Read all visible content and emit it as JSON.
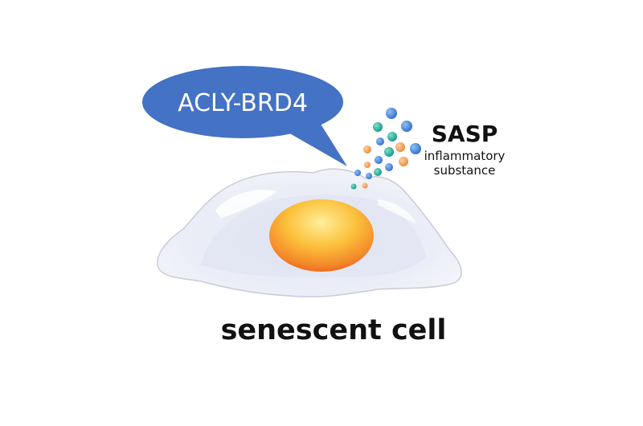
{
  "speech_bubble": {
    "label": "ACLY-BRD4"
  },
  "sasp": {
    "title": "SASP",
    "subtitle_line1": "inflammatory",
    "subtitle_line2": "substance"
  },
  "cell": {
    "label": "senescent cell"
  },
  "colors": {
    "bubble": "#4472c4",
    "nucleus_light": "#ffe985",
    "nucleus_mid": "#f7a823",
    "nucleus_dark": "#ee5a14",
    "cell_body": "#eceef7",
    "cell_outline": "#c9cbd8",
    "particle_blue": "#3a7ed3",
    "particle_teal": "#1fa89a",
    "particle_orange": "#f0a25a"
  }
}
